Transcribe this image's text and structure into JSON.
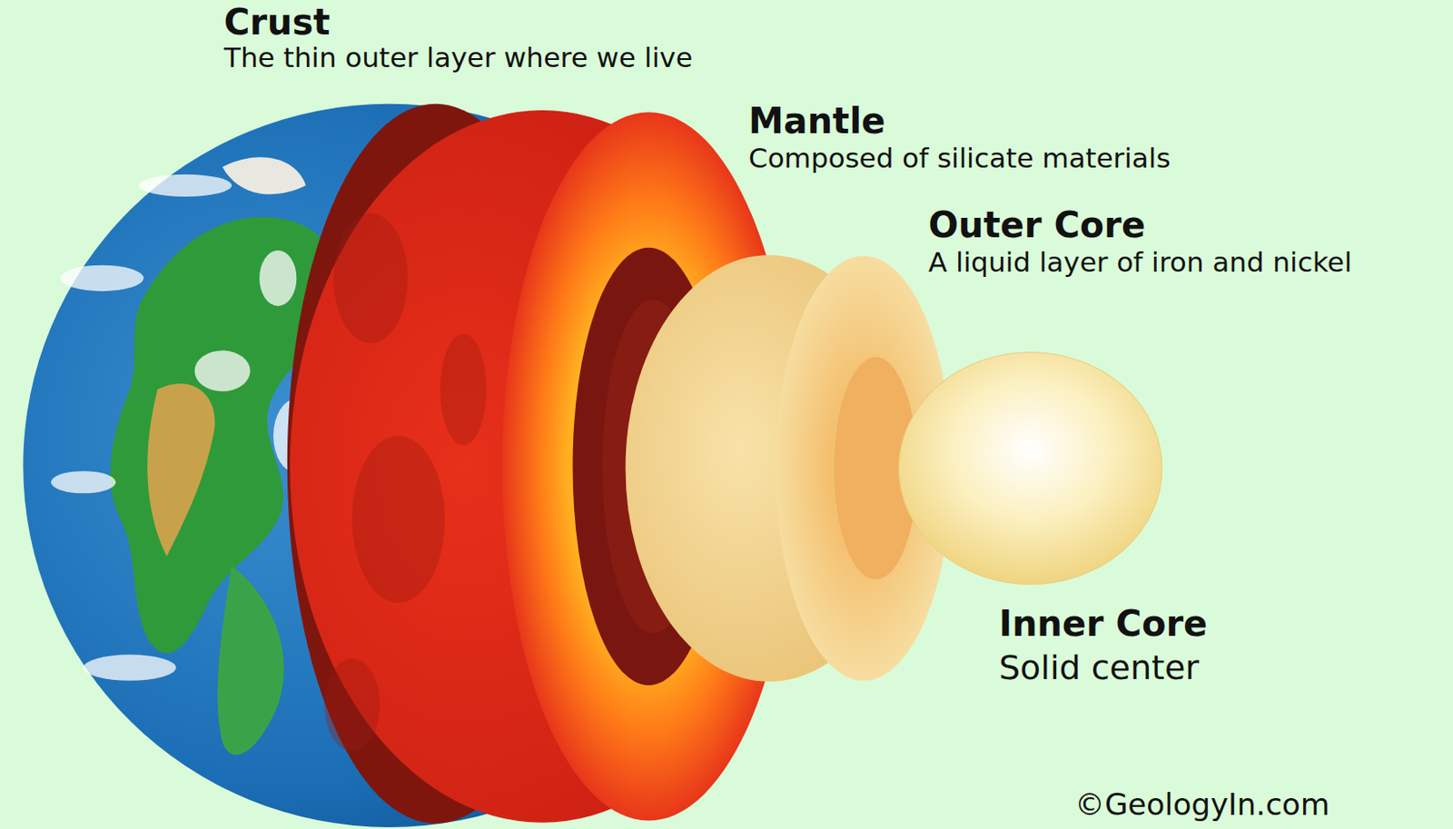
{
  "diagram": {
    "labels": [
      "Crust",
      "The thin outer layer where we live",
      "Mantle",
      "Composed of silicate materials",
      "Outer Core",
      "A liquid layer of iron and nickel",
      "Inner Core",
      "Solid center",
      "©GeologyIn.com"
    ]
  }
}
